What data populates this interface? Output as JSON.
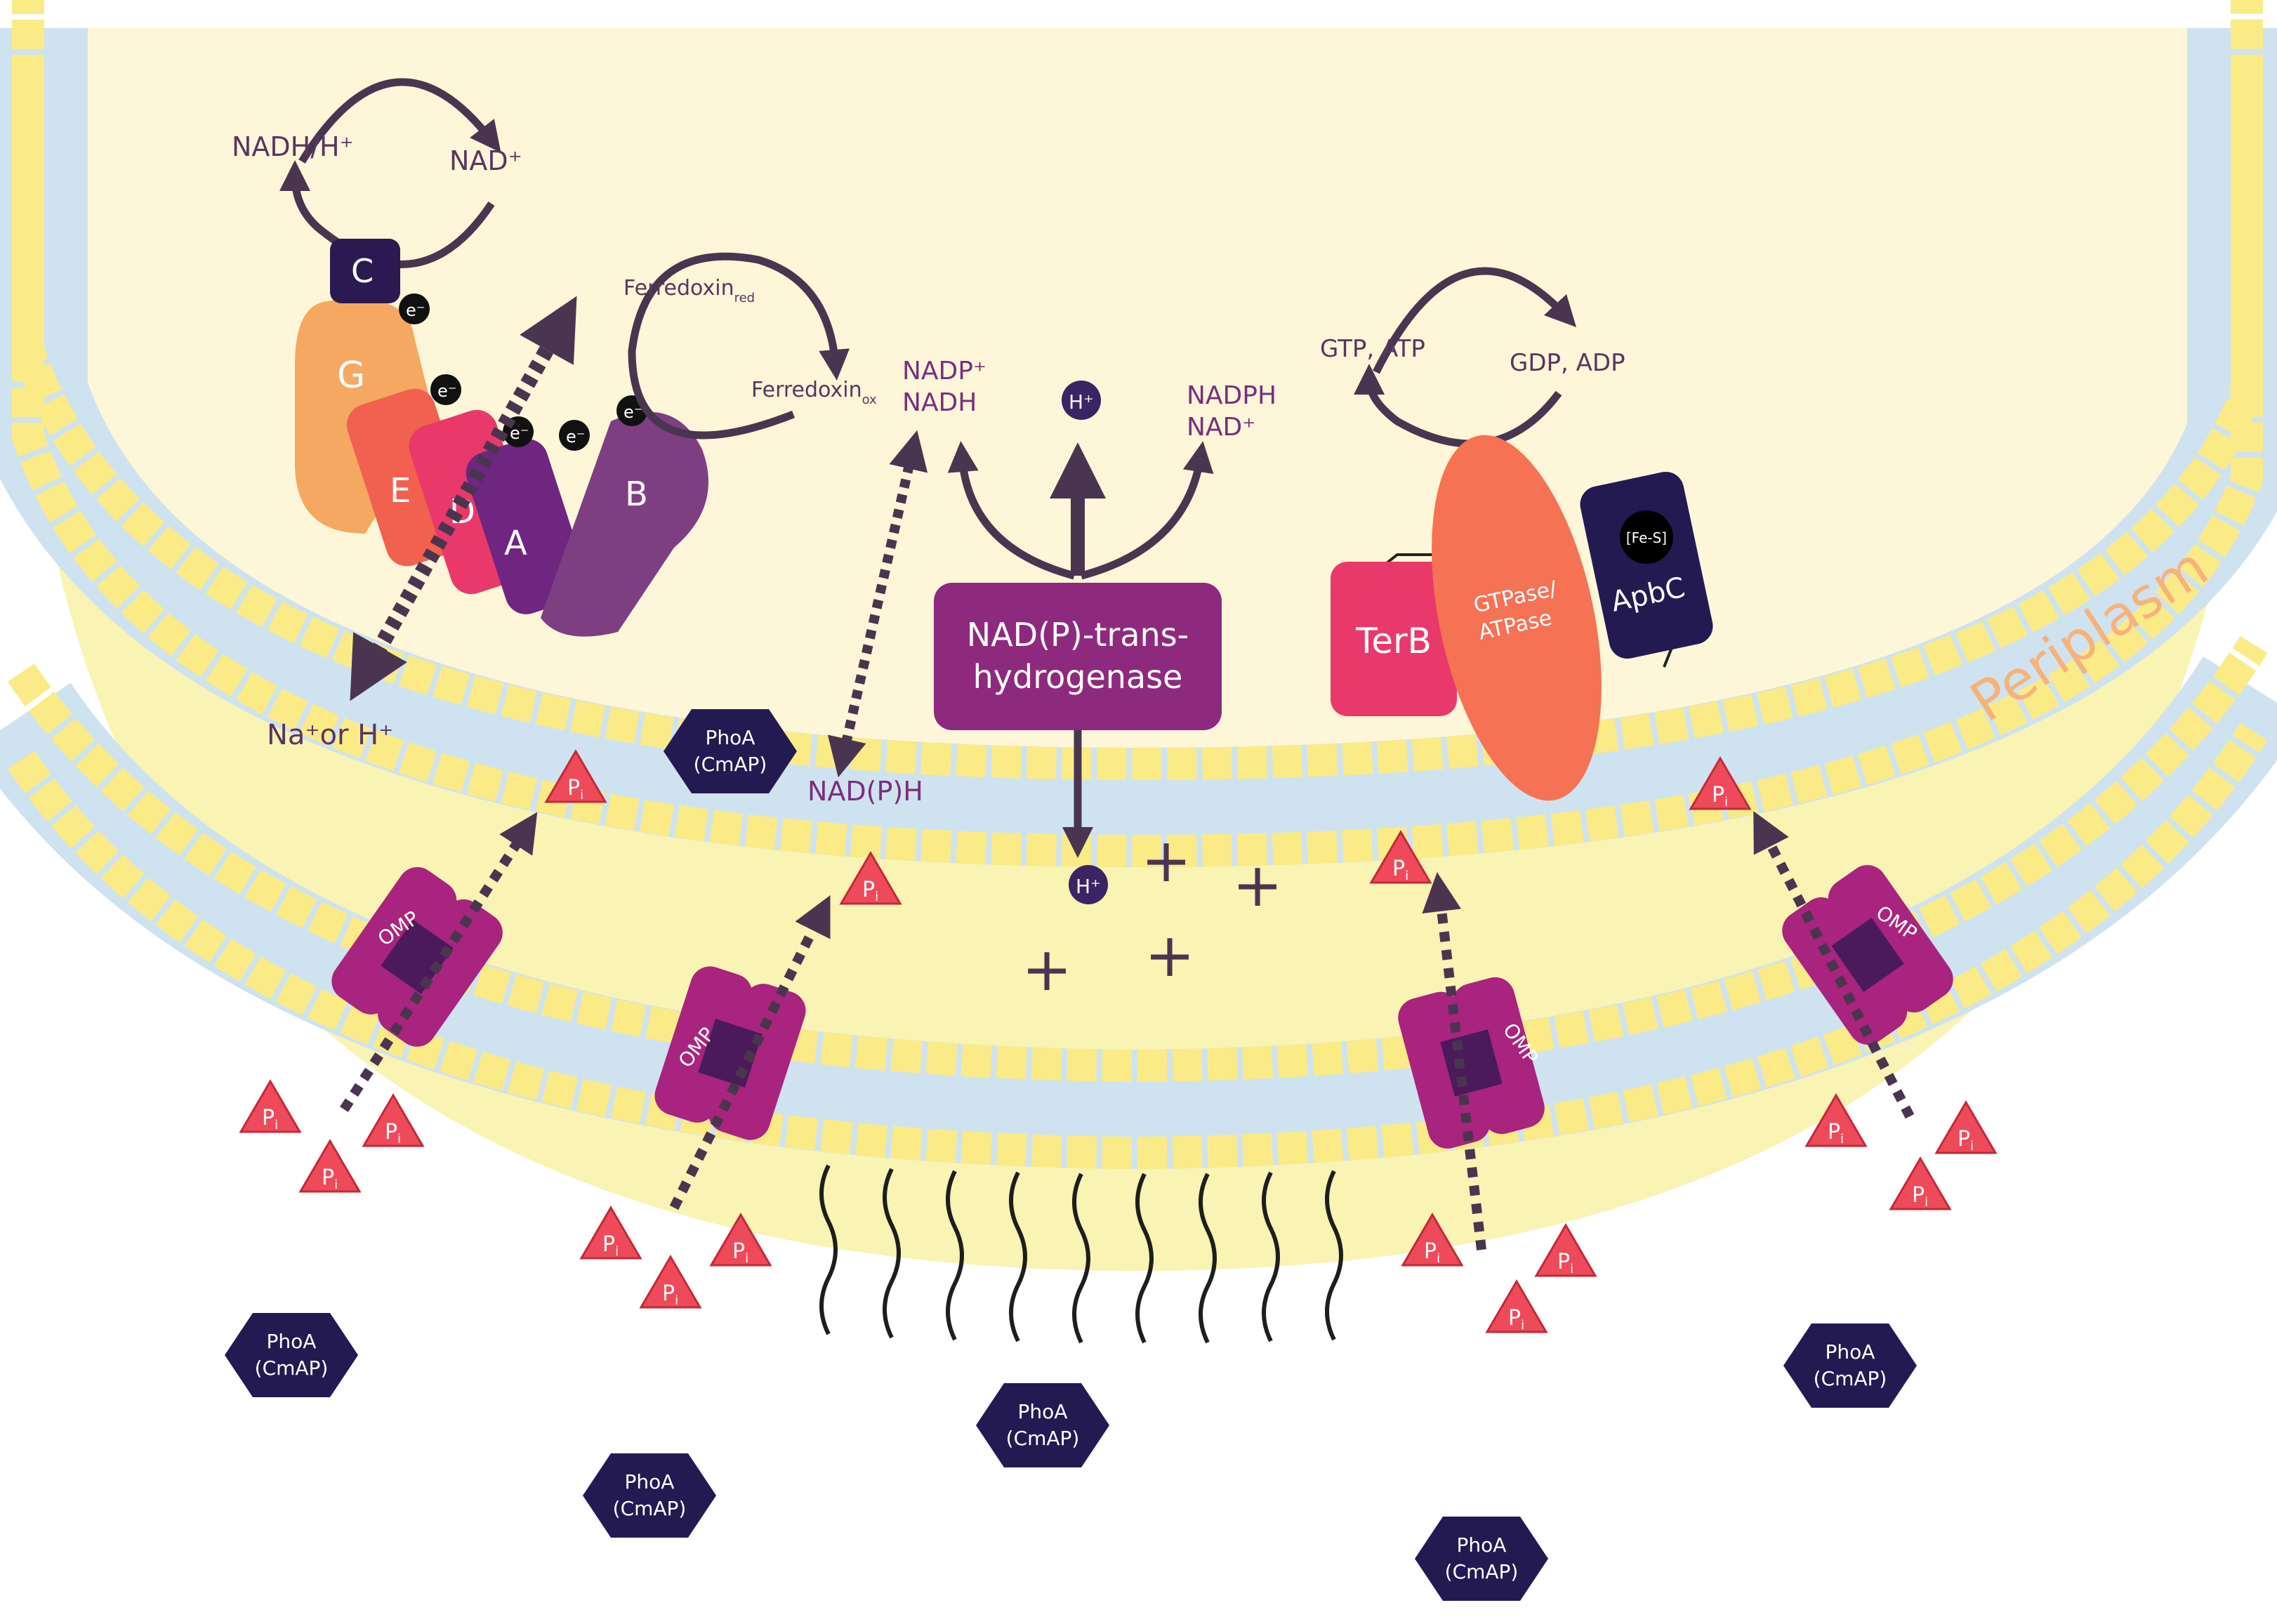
{
  "labels": {
    "periplasm": "Periplasm",
    "nadh_h": "NADH/H⁺",
    "nad_plus": "NAD⁺",
    "ferredoxin_red": "Ferredoxin",
    "ferredoxin_red_sub": "red",
    "ferredoxin_ox": "Ferredoxin",
    "ferredoxin_ox_sub": "ox",
    "na_or_h": "Na⁺or H⁺",
    "nadp_plus": "NADP⁺",
    "nadh": "NADH",
    "nadph": "NADPH",
    "nad_plus_2": "NAD⁺",
    "nadp_h": "NAD(P)H",
    "h_plus": "H⁺",
    "gtp_atp": "GTP, ATP",
    "gdp_adp": "GDP, ADP",
    "electron": "e⁻",
    "pi": "P",
    "pi_sub": "i",
    "plus_sign": "+"
  },
  "subunits": {
    "c": "C",
    "g": "G",
    "e": "E",
    "d": "D",
    "a": "A",
    "b": "B"
  },
  "proteins": {
    "transhydrogenase_line1": "NAD(P)-trans-",
    "transhydrogenase_line2": "hydrogenase",
    "terb": "TerB",
    "gtpase_line1": "GTPase/",
    "gtpase_line2": "ATPase",
    "apbc": "ApbC",
    "fe_s": "[Fe-S]",
    "omp": "OMP",
    "phoa": "PhoA",
    "cmap": "(CmAP)"
  },
  "colors": {
    "cytoplasm": "#fdf6d8",
    "periplasm": "#f9f3b4",
    "lipid_head": "#faeb87",
    "lipid_tail_band": "#cfe2f0",
    "arrow": "#4a3550",
    "rnf_c": "#2a1a52",
    "rnf_g": "#f5a862",
    "rnf_e": "#f2614f",
    "rnf_d": "#e8396a",
    "rnf_a": "#6e2680",
    "rnf_b": "#7d3f82",
    "transhydrogenase": "#8e2a7e",
    "terb": "#e8396a",
    "gtpase": "#f57255",
    "apbc": "#241a52",
    "omp": "#a8247e",
    "phoa": "#241a52",
    "pi": "#ef4a5a",
    "periplasm_label": "#f7b27a"
  }
}
